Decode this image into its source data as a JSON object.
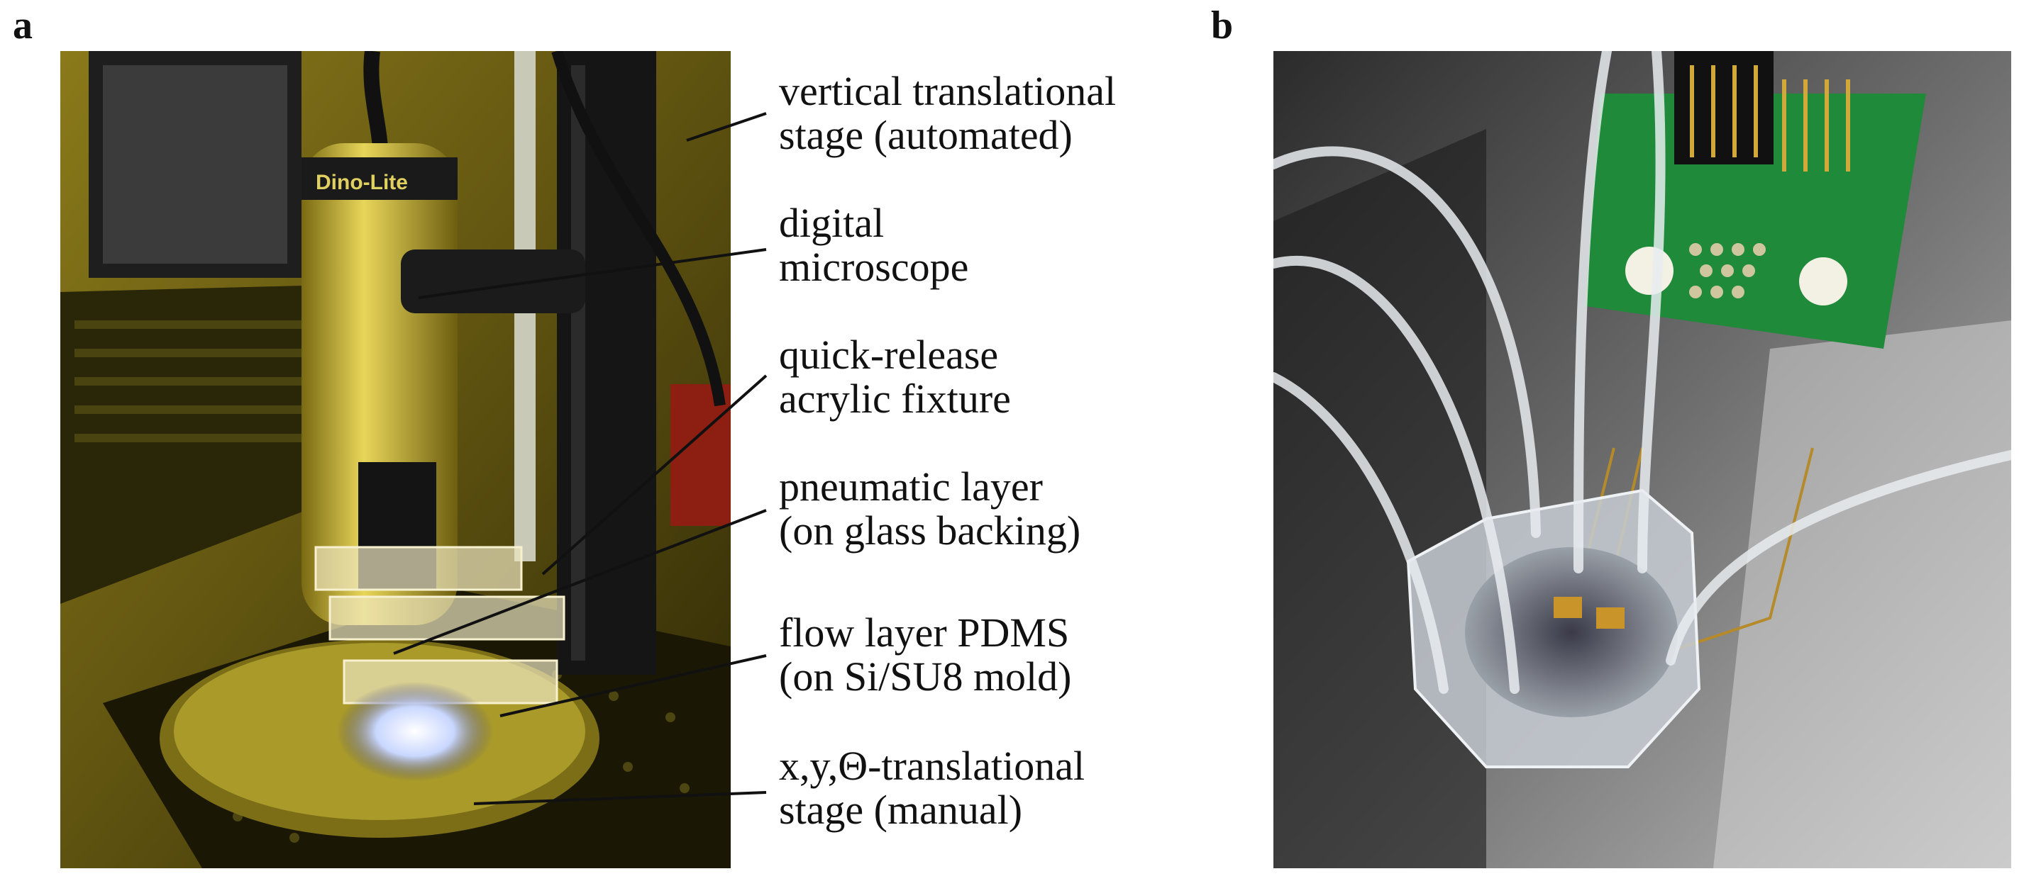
{
  "panels": {
    "a": {
      "letter": "a",
      "photo_icon": "microscope-setup-photo",
      "microscope_brand": "Dino-Lite",
      "labels": [
        {
          "line1": "vertical translational",
          "line2": "stage (automated)"
        },
        {
          "line1": "digital",
          "line2": "microscope"
        },
        {
          "line1": "quick-release",
          "line2": "acrylic fixture"
        },
        {
          "line1": "pneumatic layer",
          "line2": "(on glass backing)"
        },
        {
          "line1": "flow layer PDMS",
          "line2": "(on Si/SU8 mold)"
        },
        {
          "line1": "x,y,Θ-translational",
          "line2": "stage (manual)"
        }
      ]
    },
    "b": {
      "letter": "b",
      "photo_icon": "microfluidic-chip-photo"
    }
  },
  "colors": {
    "leader_line": "#111111",
    "photo_a_tint": "#b9a22c",
    "photo_b_tint": "#8a8a8a",
    "pcb_green": "#1f8a3a"
  }
}
